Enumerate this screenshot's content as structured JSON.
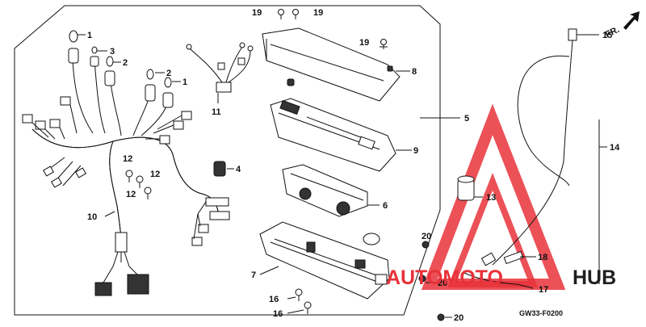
{
  "diagram": {
    "title": "",
    "figure_code": "GW33-F0200",
    "direction_marker": "FR.",
    "watermark": {
      "word_red": "AUTOMOTO",
      "word_dark": "HUB",
      "accent_color": "#e8323a",
      "text_color": "#1f1f1f"
    },
    "callouts": {
      "c1a": "1",
      "c1b": "1",
      "c2a": "2",
      "c2b": "2",
      "c3": "3",
      "c4": "4",
      "c5": "5",
      "c6": "6",
      "c7": "7",
      "c8": "8",
      "c9": "9",
      "c10": "10",
      "c11": "11",
      "c12a": "12",
      "c12b": "12",
      "c12c": "12",
      "c13": "13",
      "c14": "14",
      "c15": "15",
      "c16a": "16",
      "c16b": "16",
      "c17": "17",
      "c18": "18",
      "c19a": "19",
      "c19b": "19",
      "c19c": "19",
      "c20a": "20",
      "c20b": "20",
      "c20c": "20"
    }
  }
}
